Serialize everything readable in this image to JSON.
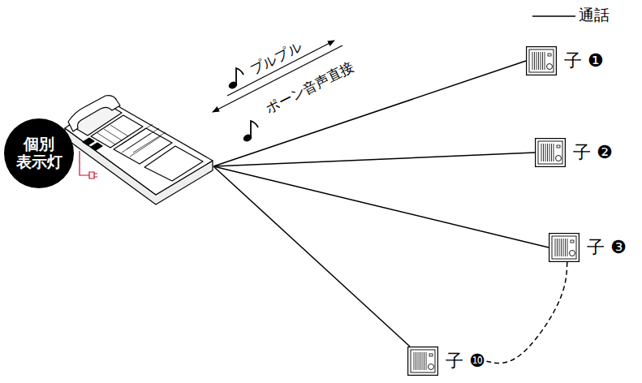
{
  "diagram": {
    "nodes": [
      {
        "text": [
          "個別表示灯"
        ]
      },
      {
        "text": [
          "子 ❶"
        ]
      },
      {
        "text": [
          "子 ❷"
        ]
      },
      {
        "text": [
          "子 ❸"
        ]
      },
      {
        "text": [
          "子 ❿"
        ]
      }
    ],
    "edges": [
      {
        "from": 0,
        "to": 1,
        "arrow": "none"
      },
      {
        "from": 0,
        "to": 2,
        "arrow": "none"
      },
      {
        "from": 0,
        "to": 3,
        "arrow": "none"
      },
      {
        "from": 0,
        "to": 4,
        "arrow": "none"
      },
      {
        "from": 3,
        "to": 4,
        "arrow": "none"
      }
    ],
    "labels": [
      "プルプル",
      "ポーン音声直接"
    ],
    "legend": [
      {
        "text": "通話"
      }
    ]
  }
}
